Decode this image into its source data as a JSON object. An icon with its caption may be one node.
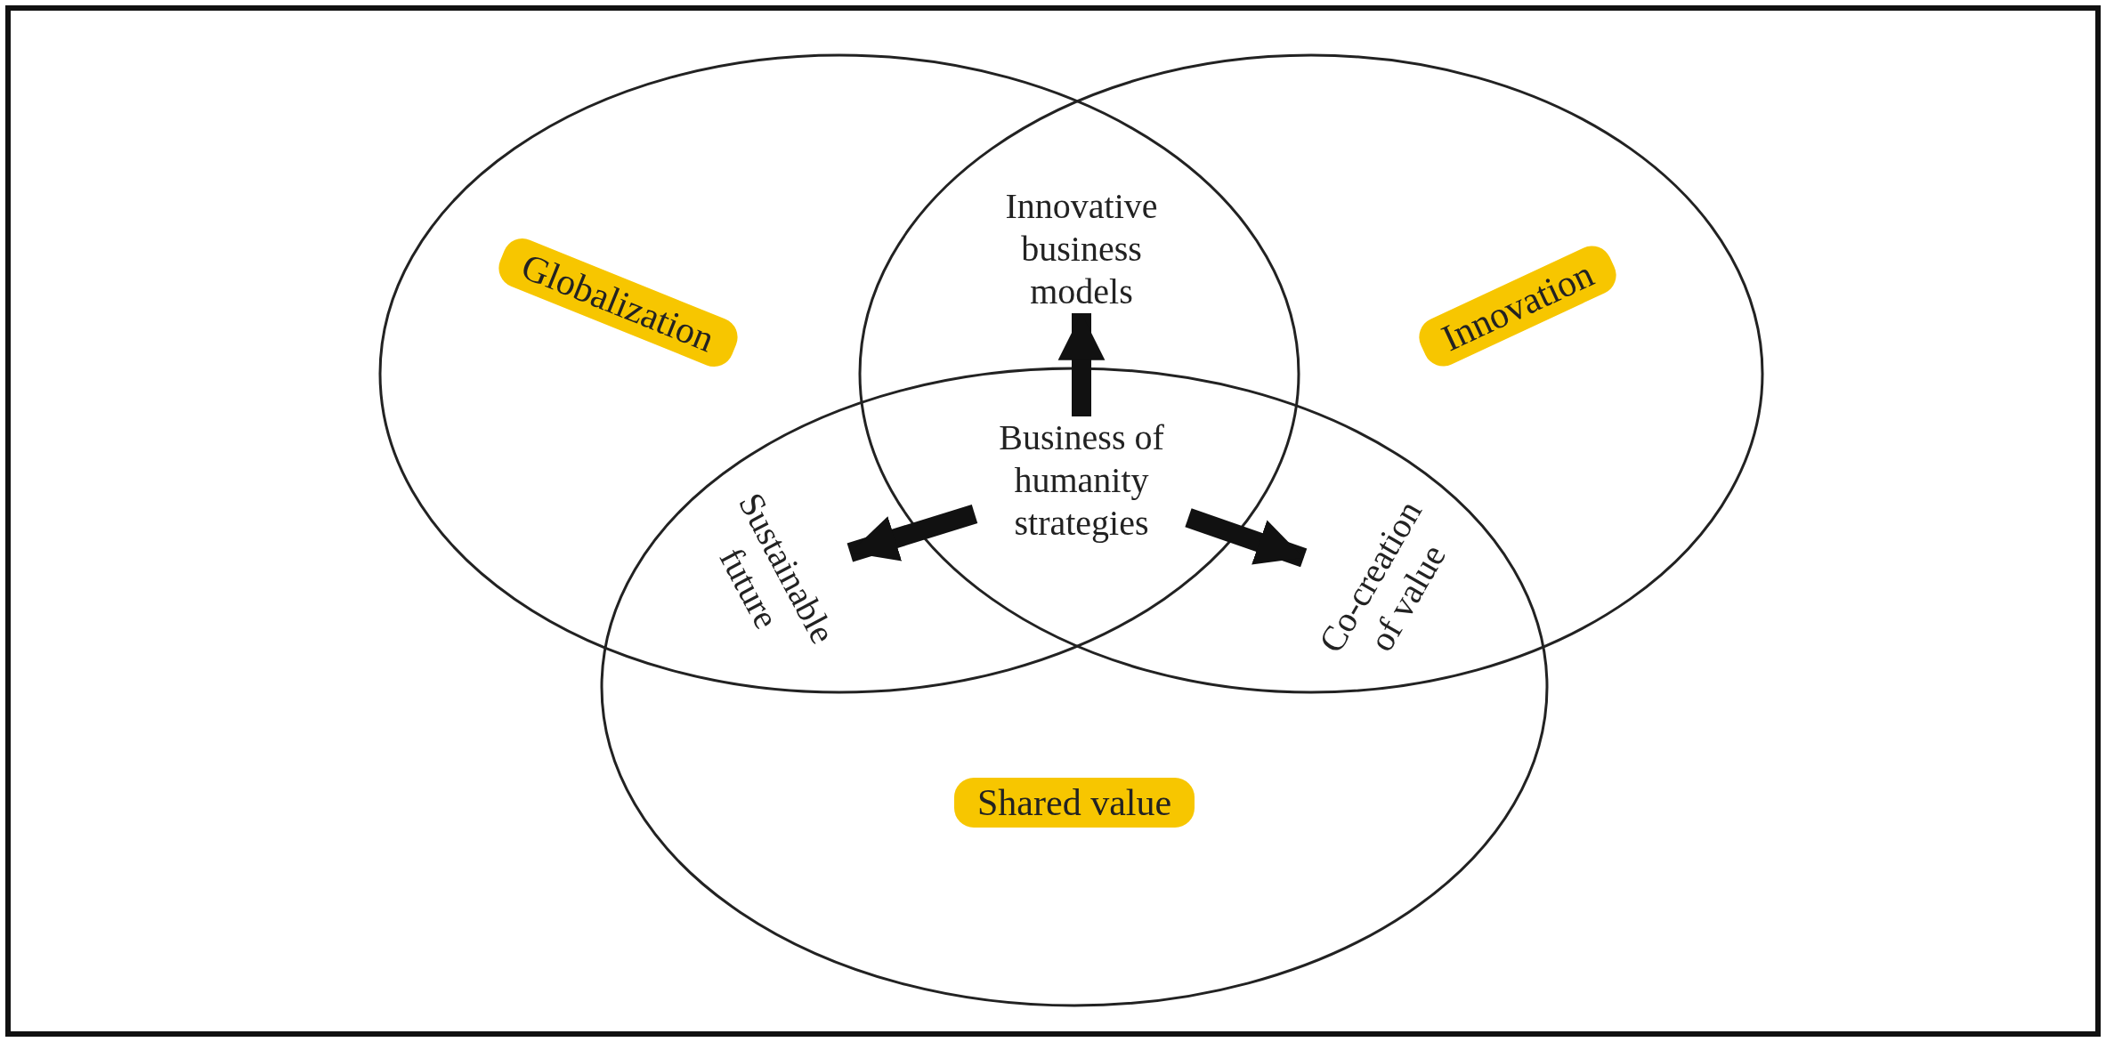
{
  "diagram": {
    "nodes": [
      {
        "text": [
          "Globalization"
        ]
      },
      {
        "text": [
          "Innovation"
        ]
      },
      {
        "text": [
          "Shared value"
        ]
      },
      {
        "text": [
          "Innovative business models"
        ]
      },
      {
        "text": [
          "Business of humanity strategies"
        ]
      },
      {
        "text": [
          "Sustainable future"
        ]
      },
      {
        "text": [
          "Co-creation of value"
        ]
      }
    ],
    "edges": [
      {
        "from": 4,
        "to": 3,
        "arrow": "to"
      },
      {
        "from": 4,
        "to": 5,
        "arrow": "to"
      },
      {
        "from": 4,
        "to": 6,
        "arrow": "to"
      }
    ]
  }
}
